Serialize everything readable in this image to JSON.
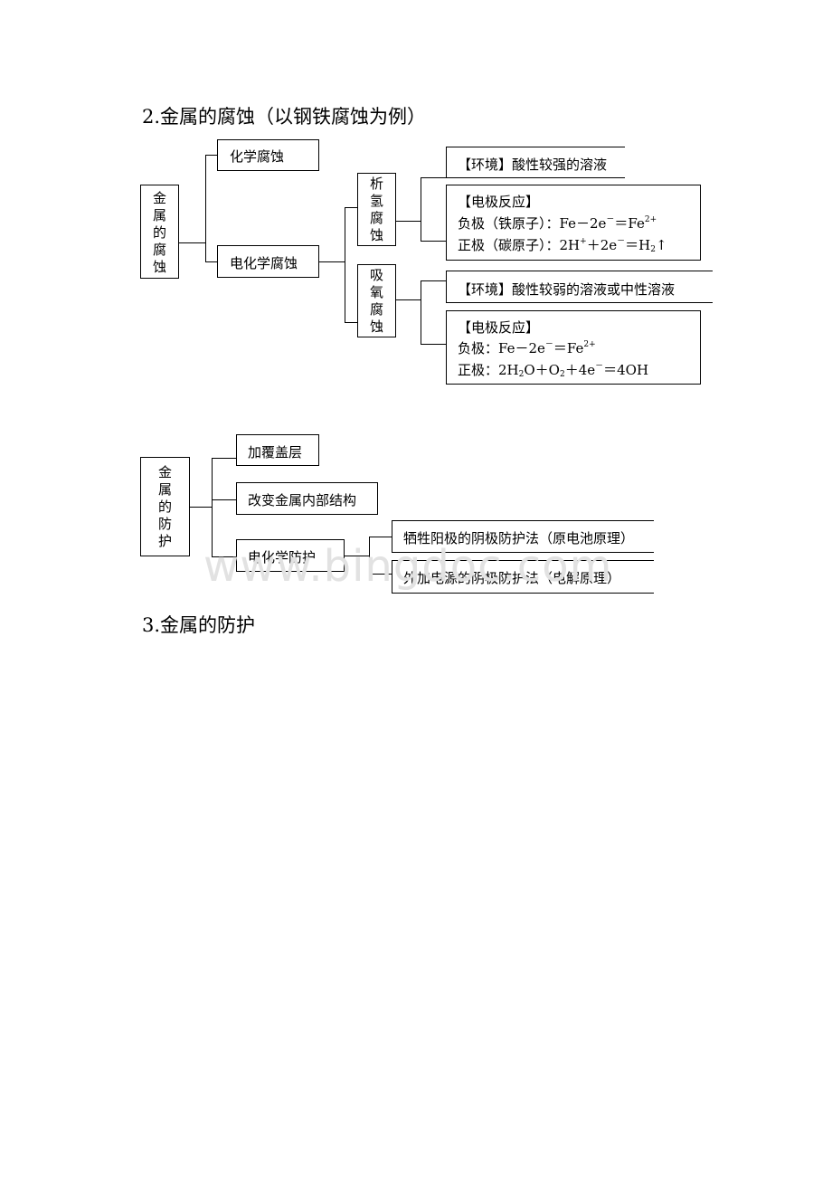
{
  "section2": {
    "heading": "2.金属的腐蚀（以钢铁腐蚀为例）",
    "root": [
      "金",
      "属",
      "的",
      "腐",
      "蚀"
    ],
    "chemical": "化学腐蚀",
    "electrochemical": "电化学腐蚀",
    "hydrogen": [
      "析",
      "氢",
      "腐",
      "蚀"
    ],
    "oxygen": [
      "吸",
      "氧",
      "腐",
      "蚀"
    ],
    "h_env": "【环境】酸性较强的溶液",
    "h_reaction": {
      "title": "【电极反应】",
      "neg_prefix": "负极（铁原子）：Fe－2e",
      "neg_sup1": "－",
      "neg_mid": "＝Fe",
      "neg_sup2": "2+",
      "pos_prefix": "正极（碳原子）：2H",
      "pos_sup1": "+",
      "pos_mid": "＋2e",
      "pos_sup2": "－",
      "pos_mid2": "＝H",
      "pos_sub": "2",
      "pos_arrow": "↑"
    },
    "o_env": "【环境】酸性较弱的溶液或中性溶液",
    "o_reaction": {
      "title": "【电极反应】",
      "neg_prefix": "负极：Fe－2e",
      "neg_sup1": "－",
      "neg_mid": "＝Fe",
      "neg_sup2": "2+",
      "pos_prefix": "正极：2H",
      "pos_sub1": "2",
      "pos_mid1": "O＋O",
      "pos_sub2": "2",
      "pos_mid2": "＋4e",
      "pos_sup": "－",
      "pos_end": "＝4OH"
    }
  },
  "protection": {
    "root": [
      "金",
      "属",
      "的",
      "防",
      "护"
    ],
    "coating": "加覆盖层",
    "structure": "改变金属内部结构",
    "electrochemical": "电化学防护",
    "sacrificial": "牺牲阳极的阴极防护法（原电池原理）",
    "impressed": "外加电源的阴极防护法（电解原理）"
  },
  "watermark": "www.bingdoc.com",
  "section3": {
    "heading": "3.金属的防护"
  }
}
